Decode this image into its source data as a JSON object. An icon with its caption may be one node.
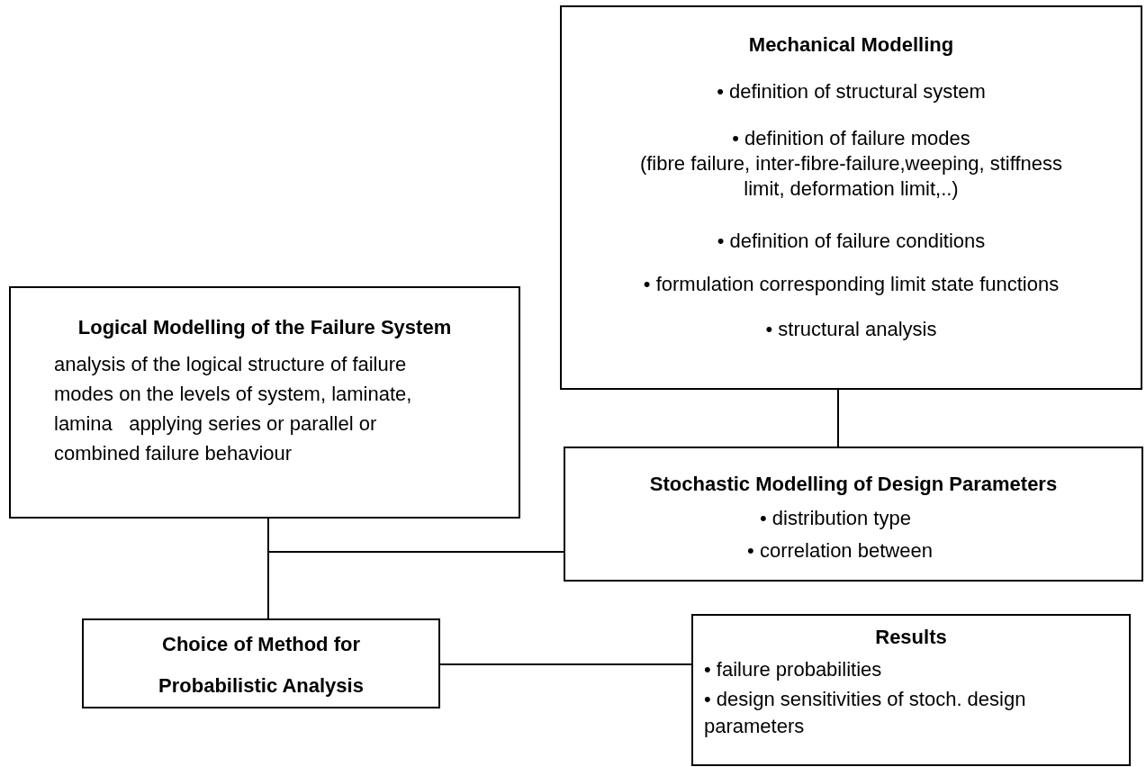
{
  "diagram": {
    "nodes": [
      {
        "text": [
          "Mechanical Modelling",
          "• definition of structural system",
          "•   definition of failure modes",
          "(fibre failure, inter-fibre-failure,weeping, stiffness limit, deformation limit,..)",
          "•  definition of failure conditions",
          "• formulation corresponding limit state functions",
          "• structural analysis"
        ]
      },
      {
        "text": [
          "Logical Modelling of the Failure System",
          "analysis of the logical structure of failure modes on the levels of system, laminate, lamina   applying series or parallel or combined failure behaviour"
        ]
      },
      {
        "text": [
          "Stochastic Modelling of Design Parameters",
          "• distribution type",
          "• correlation between"
        ]
      },
      {
        "text": [
          "Choice of Method for Probabilistic Analysis"
        ]
      },
      {
        "text": [
          "Results",
          "• failure probabilities",
          "• design sensitivities of stoch. design parameters"
        ]
      }
    ],
    "edges": [
      {
        "from": 0,
        "to": 2,
        "arrow": "none"
      },
      {
        "from": 1,
        "to": 3,
        "arrow": "none"
      },
      {
        "from": 2,
        "to": 3,
        "arrow": "none"
      },
      {
        "from": 3,
        "to": 4,
        "arrow": "none"
      }
    ]
  }
}
